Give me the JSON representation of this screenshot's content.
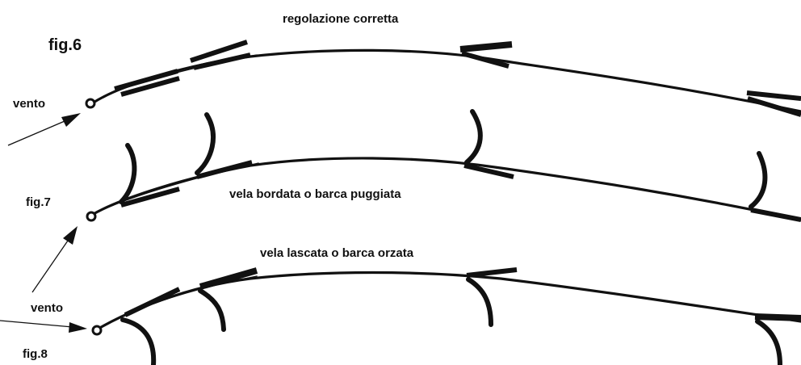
{
  "figures": {
    "fig6": {
      "label": "fig.6",
      "caption": "regolazione corretta",
      "wind_label": "vento"
    },
    "fig7": {
      "label": "fig.7",
      "caption": "vela bordata o  barca puggiata",
      "wind_label": "vento"
    },
    "fig8": {
      "label": "fig.8",
      "caption": "vela lascata o barca orzata"
    }
  }
}
